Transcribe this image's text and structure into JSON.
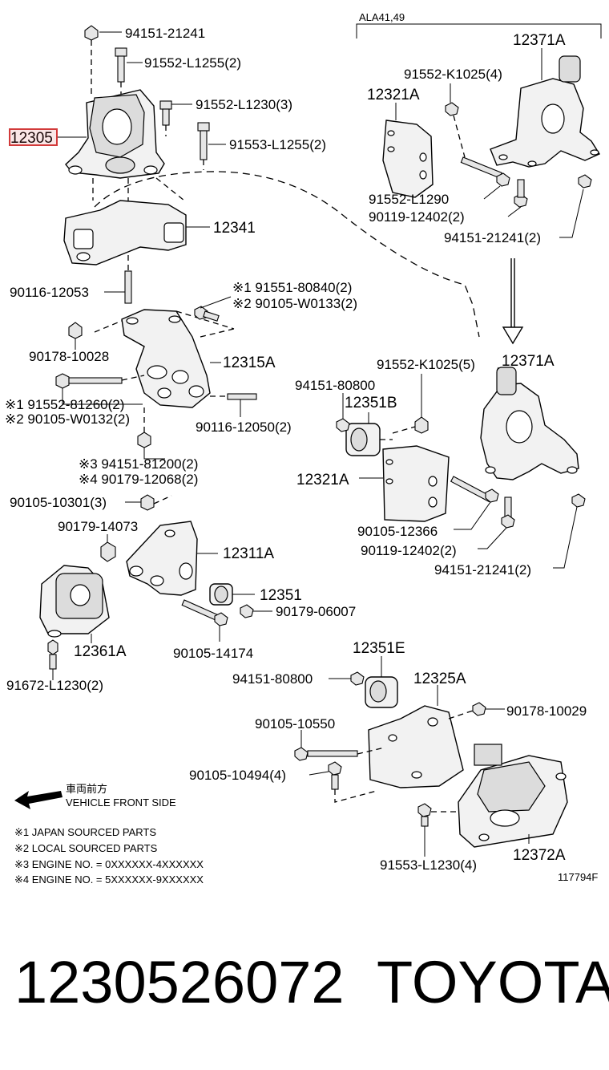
{
  "highlight_part": "12305",
  "highlight_color": "#d23a3a",
  "variant_label": "ALA41,49",
  "labels": {
    "l_94151_21241_top": "94151-21241",
    "l_91552_l1255": "91552-L1255(2)",
    "l_91552_l1230": "91552-L1230(3)",
    "l_91553_l1255": "91553-L1255(2)",
    "l_12341": "12341",
    "l_90116_12053": "90116-12053",
    "l_91551_80840": "※1 91551-80840(2)",
    "l_90105_w0133": "※2 90105-W0133(2)",
    "l_90178_10028": "90178-10028",
    "l_12315a": "12315A",
    "l_91552_81260": "※1 91552-81260(2)",
    "l_90105_w0132": "※2 90105-W0132(2)",
    "l_90116_12050": "90116-12050(2)",
    "l_94151_81200": "※3 94151-81200(2)",
    "l_90179_12068": "※4 90179-12068(2)",
    "l_90105_10301": "90105-10301(3)",
    "l_90179_14073": "90179-14073",
    "l_12311a": "12311A",
    "l_12351": "12351",
    "l_90179_06007": "90179-06007",
    "l_12361a": "12361A",
    "l_90105_14174": "90105-14174",
    "l_91672_l1230": "91672-L1230(2)",
    "l_12371a_top": "12371A",
    "l_91552_k1025_4": "91552-K1025(4)",
    "l_12321a_top": "12321A",
    "l_91552_l1290": "91552-L1290",
    "l_90119_12402_top": "90119-12402(2)",
    "l_94151_21241_2_top": "94151-21241(2)",
    "l_91552_k1025_5": "91552-K1025(5)",
    "l_12371a_mid": "12371A",
    "l_94151_80800_mid": "94151-80800",
    "l_12351b": "12351B",
    "l_12321a_mid": "12321A",
    "l_90105_12366": "90105-12366",
    "l_90119_12402_mid": "90119-12402(2)",
    "l_94151_21241_2_mid": "94151-21241(2)",
    "l_12351e": "12351E",
    "l_94151_80800_low": "94151-80800",
    "l_12325a": "12325A",
    "l_90178_10029": "90178-10029",
    "l_90105_10550": "90105-10550",
    "l_90105_10494": "90105-10494(4)",
    "l_91553_l1230": "91553-L1230(4)",
    "l_12372a": "12372A",
    "l_front_jp": "車両前方",
    "l_front_en": "VEHICLE FRONT SIDE",
    "l_note1": "※1 JAPAN SOURCED PARTS",
    "l_note2": "※2 LOCAL SOURCED PARTS",
    "l_note3": "※3 ENGINE NO. = 0XXXXXX-4XXXXXX",
    "l_note4": "※4 ENGINE NO. = 5XXXXXX-9XXXXXX",
    "l_figure_id": "117794F"
  },
  "footer": {
    "part_number": "1230526072",
    "brand": "TOYOTA"
  }
}
